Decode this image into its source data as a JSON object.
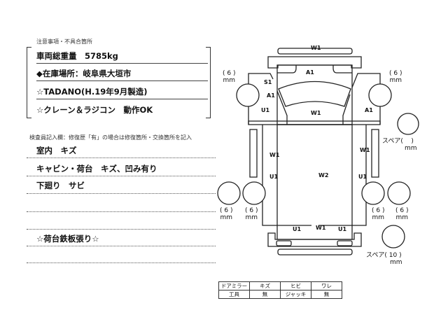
{
  "notes": {
    "heading": "注意事項・不具合箇所",
    "lines": [
      "車両総重量　5785kg",
      "◆在庫場所：岐阜県大垣市",
      "☆TADANO(H.19年9月製造)",
      "☆クレーン＆ラジコン　動作OK"
    ]
  },
  "inspector": {
    "heading": "検査員記入欄：修復歴「有」の場合は修復箇所・交換箇所を記入",
    "lines": [
      "室内　キズ",
      "キャビン・荷台　キズ、凹み有り",
      "下廻り　サビ",
      "",
      "",
      "☆荷台鉄板張り☆",
      ""
    ]
  },
  "diagram": {
    "labels": {
      "w1_front": "W1",
      "a1_cab": "A1",
      "w1_cab": "W1",
      "s1": "S1",
      "a1_left": "A1",
      "u1_left": "U1",
      "a1_right": "A1",
      "w1_left": "W1",
      "w1_right": "W1",
      "u1_bed_left": "U1",
      "u1_bed_right": "U1",
      "w2": "W2",
      "u1_rear_left": "U1",
      "w1_rear": "W1",
      "u1_rear_right": "U1"
    },
    "tires": {
      "front_left": "6",
      "front_right": "6",
      "rear_left_outer": "6",
      "rear_left_inner": "6",
      "rear_right_inner": "6",
      "rear_right_outer": "6",
      "spare_front": "",
      "spare_rear": "10"
    },
    "unit": "mm",
    "spare_label": "スペア"
  },
  "table": {
    "rows": [
      [
        "ドアミラー",
        "キズ",
        "ヒビ",
        "ワレ"
      ],
      [
        "工具",
        "無",
        "ジャッキ",
        "無"
      ]
    ]
  }
}
